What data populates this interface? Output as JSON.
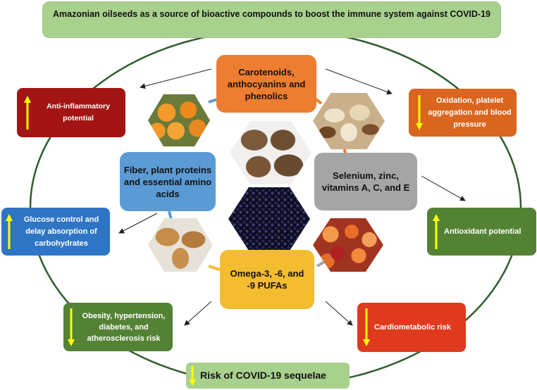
{
  "title": "Amazonian oilseeds as a source of bioactive compounds to boost the immune system against COVID-19",
  "compounds": {
    "carotenoids": "Carotenoids, anthocyanins and phenolics",
    "fiber": "Fiber, plant proteins and essential amino acids",
    "minerals": "Selenium, zinc, vitamins A, C, and E",
    "pufas": "Omega-3, -6, and -9 PUFAs"
  },
  "effects": {
    "anti_inflammatory": "Anti-inflammatory potential",
    "oxidation": "Oxidation, platelet aggregation and blood pressure",
    "glucose": "Glucose control and delay absorption of carbohydrates",
    "antioxidant": "Antioxidant potential",
    "obesity": "Obesity, hypertension, diabetes, and atherosclerosis risk",
    "cardiometabolic": "Cardiometabolic risk",
    "covid": "Risk of COVID-19 sequelae"
  },
  "indicators": {
    "anti_inflammatory": "up",
    "oxidation": "down",
    "glucose": "up",
    "antioxidant": "up",
    "obesity": "down",
    "cardiometabolic": "down",
    "covid": "down"
  },
  "colors": {
    "title_bg": "#a9d18e",
    "carotenoids_bg": "#ed7d31",
    "fiber_bg": "#5b9bd5",
    "minerals_bg": "#a5a5a5",
    "pufas_bg": "#f4bc2f",
    "anti_inflammatory_bg": "#a31515",
    "oxidation_bg": "#d9651e",
    "glucose_bg": "#2e75c6",
    "antioxidant_bg": "#548235",
    "obesity_bg": "#548235",
    "cardiometabolic_bg": "#e03a1e",
    "covid_bg": "#a9d18e",
    "indicator": "#ffff00",
    "ring": "#2e5e2e"
  }
}
